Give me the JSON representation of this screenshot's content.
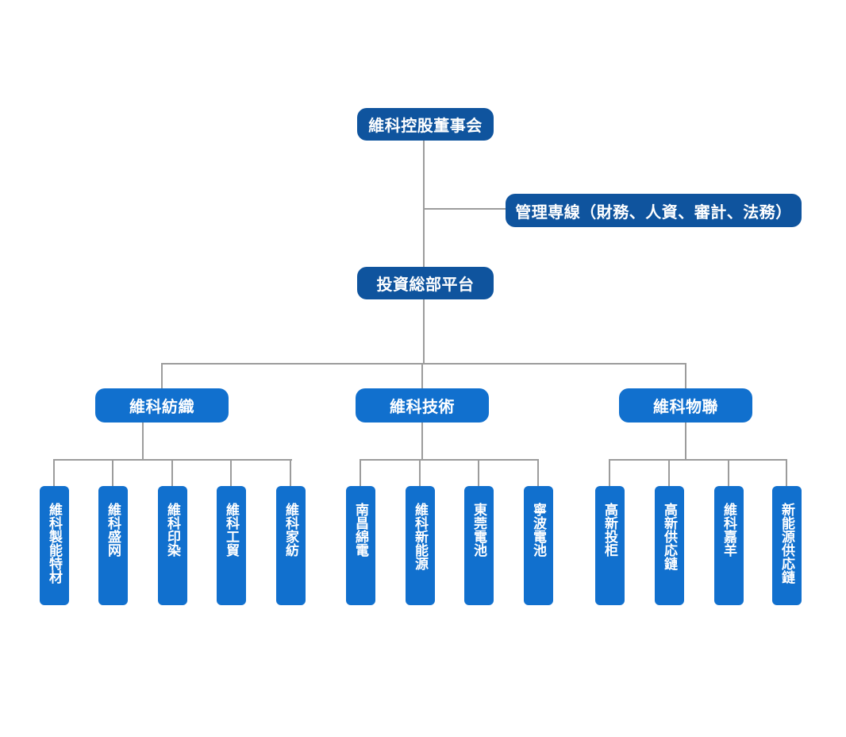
{
  "org_chart": {
    "root": {
      "label": "維科控股董事会"
    },
    "management_line": {
      "label": "管理専線（財務、人資、審計、法務）"
    },
    "platform": {
      "label": "投資総部平台"
    },
    "groups": [
      {
        "label": "維科紡織",
        "children": [
          "維科製能特材",
          "維科盛网",
          "維科印染",
          "維科工貿",
          "維科家紡"
        ]
      },
      {
        "label": "維科技術",
        "children": [
          "南昌綿電",
          "維科新能源",
          "東莞電池",
          "寧波電池"
        ]
      },
      {
        "label": "維科物聯",
        "children": [
          "高新投柜",
          "高新供応鏈",
          "維科嘉羊",
          "新能源供応鏈"
        ]
      }
    ]
  },
  "colors": {
    "node_dark": "#0F549E",
    "node_light": "#1170CE",
    "connector": "#9C9C9C",
    "text": "#FFFFFF"
  }
}
